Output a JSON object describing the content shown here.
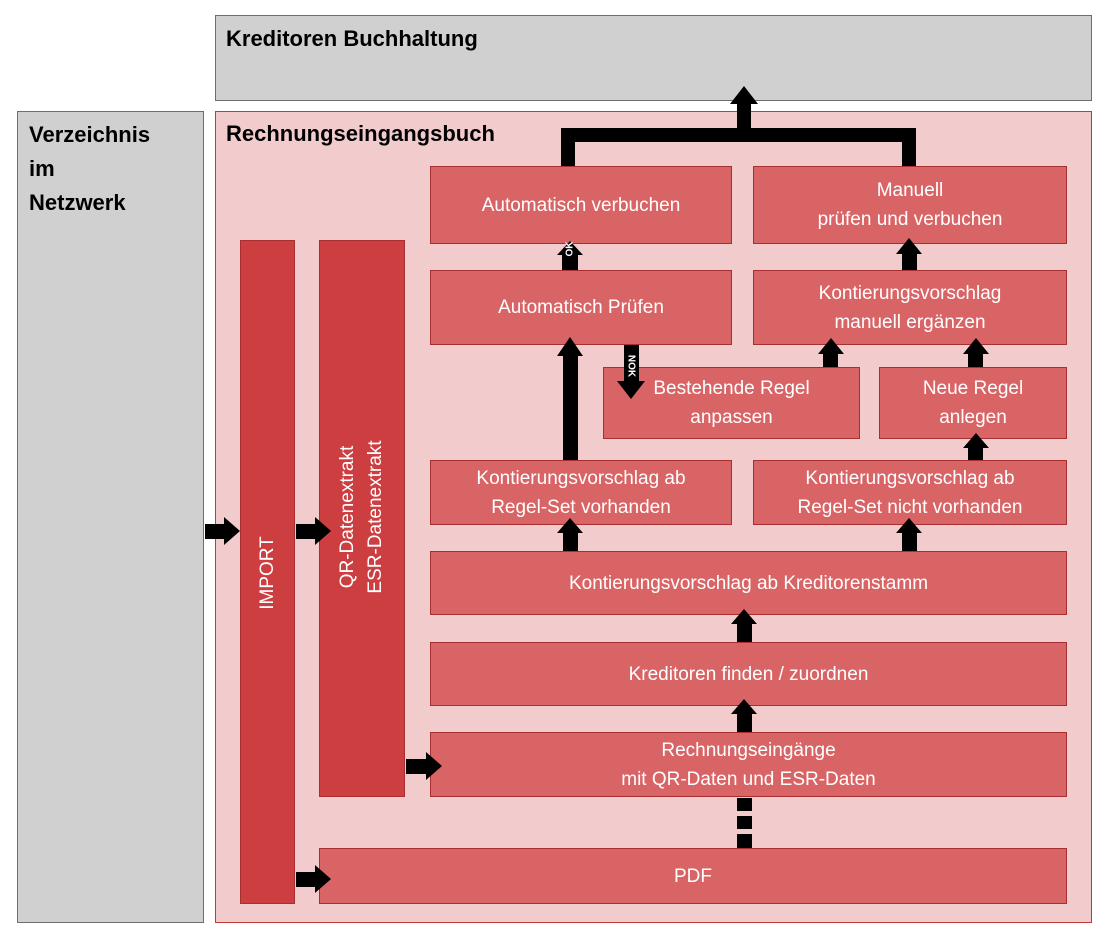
{
  "frames": {
    "kreditoren": "Kreditoren Buchhaltung",
    "verzeichnis": "Verzeichnis\nim\nNetzwerk",
    "rechnungseingangsbuch": "Rechnungseingangsbuch"
  },
  "columns": {
    "import": "IMPORT",
    "extrakt": "QR-Datenextrakt\nESR-Datenextrakt"
  },
  "boxes": {
    "auto_verbuchen": "Automatisch verbuchen",
    "manuell_verbuchen": "Manuell\nprüfen und verbuchen",
    "auto_pruefen": "Automatisch Prüfen",
    "kontierung_ergaenzen": "Kontierungsvorschlag\nmanuell ergänzen",
    "regel_anpassen": "Bestehende Regel\nanpassen",
    "regel_anlegen": "Neue Regel\nanlegen",
    "regelset_vorhanden": "Kontierungsvorschlag ab\nRegel-Set vorhanden",
    "regelset_nicht_vorhanden": "Kontierungsvorschlag ab\nRegel-Set nicht vorhanden",
    "kreditorenstamm": "Kontierungsvorschlag ab Kreditorenstamm",
    "kreditoren_finden": "Kreditoren finden / zuordnen",
    "rechnungseingaenge": "Rechnungseingänge\nmit QR-Daten und ESR-Daten",
    "pdf": "PDF"
  },
  "arrow_labels": {
    "ok": "OK",
    "nok": "NOK"
  },
  "colors": {
    "gray_frame": "#d0d0d0",
    "pink_frame": "#f2cccd",
    "box_fill": "#d96466",
    "bar_fill": "#cc3e40",
    "arrow": "#000000"
  }
}
